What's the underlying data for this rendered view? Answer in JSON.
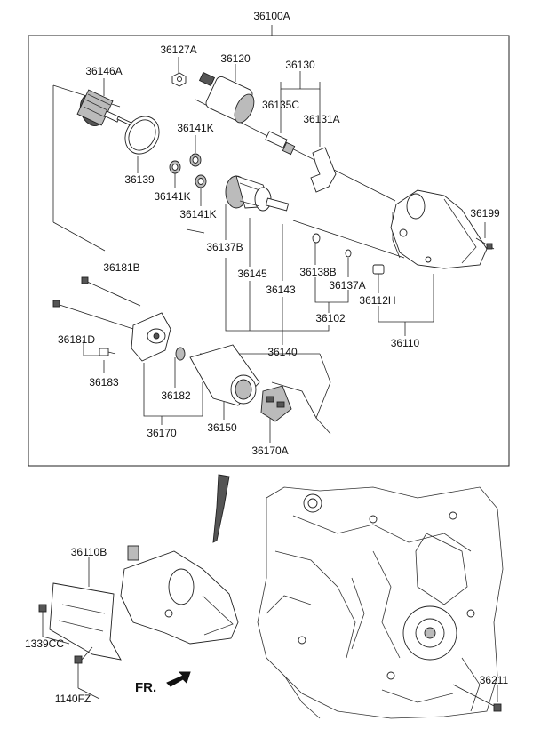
{
  "diagram": {
    "assembly_label": "36100A",
    "part_labels": {
      "l36127A": "36127A",
      "l36120": "36120",
      "l36130": "36130",
      "l36146A": "36146A",
      "l36135C": "36135C",
      "l36131A": "36131A",
      "l36141K_a": "36141K",
      "l36139": "36139",
      "l36141K_b": "36141K",
      "l36141K_c": "36141K",
      "l36199": "36199",
      "l36137B": "36137B",
      "l36181B": "36181B",
      "l36145": "36145",
      "l36138B": "36138B",
      "l36143": "36143",
      "l36137A": "36137A",
      "l36112H": "36112H",
      "l36102": "36102",
      "l36181D": "36181D",
      "l36110": "36110",
      "l36140": "36140",
      "l36183": "36183",
      "l36182": "36182",
      "l36150": "36150",
      "l36170": "36170",
      "l36170A": "36170A",
      "l36110B": "36110B",
      "l1339CC": "1339CC",
      "l1140FZ": "1140FZ",
      "l36211": "36211"
    },
    "direction_label": "FR."
  }
}
